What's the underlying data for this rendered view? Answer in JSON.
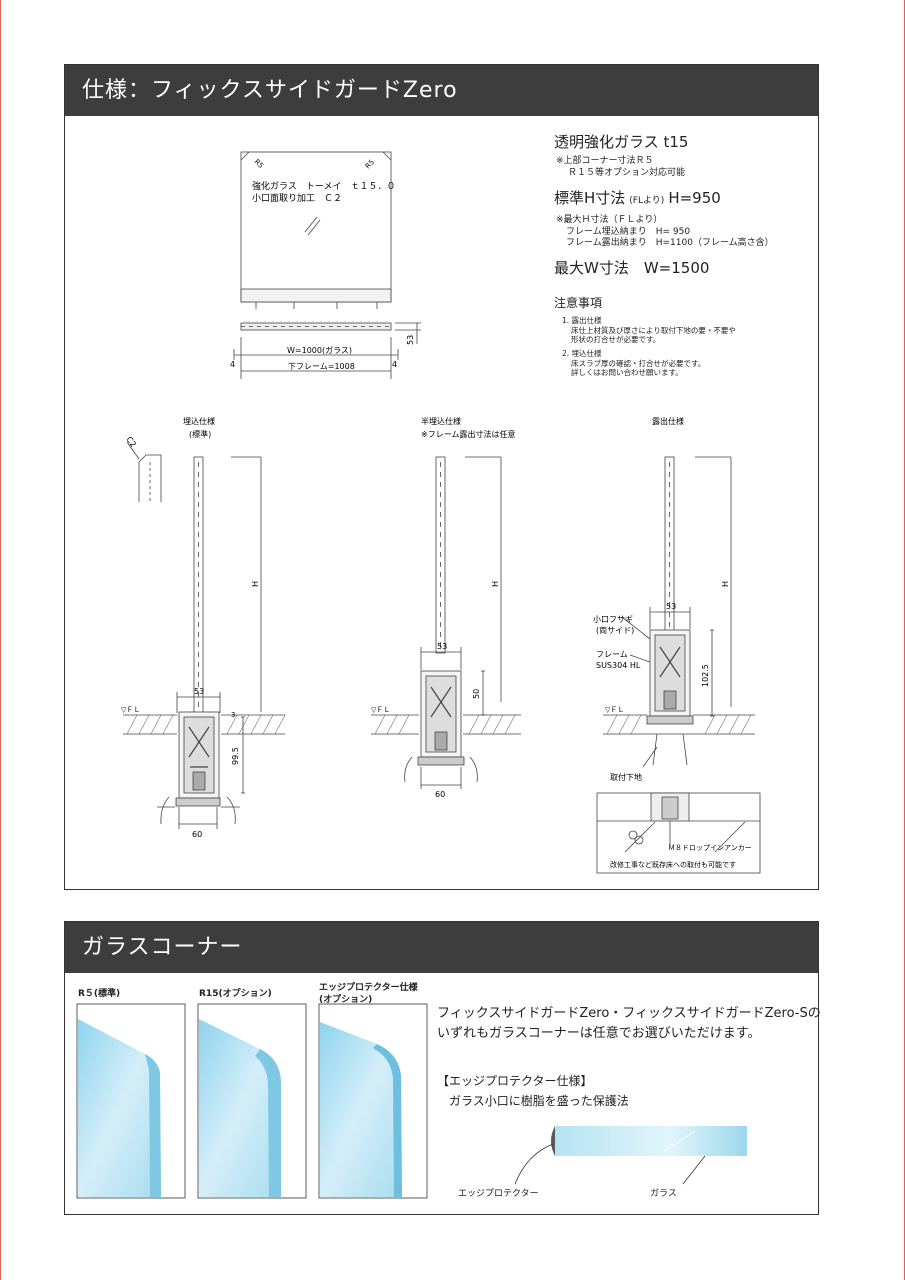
{
  "spec": {
    "title": "仕様：フィックスサイドガードZero",
    "glass_type": "透明強化ガラス t15",
    "glass_note1": "※上部コーナー寸法Ｒ５",
    "glass_note2": "Ｒ１５等オプション対応可能",
    "std_h_a": "標準H寸法",
    "std_h_b": "(FLより)",
    "std_h_c": "H=950",
    "max_h_note": "※最大Ｈ寸法（ＦＬより）",
    "max_h_embed": "フレーム埋込納まり　H=  950",
    "max_h_exposed": "フレーム露出納まり　H=1100（フレーム高さ含）",
    "max_w": "最大W寸法　W=1500",
    "caution_title": "注意事項",
    "caution1_title": "1. 露出仕様",
    "caution1_l1": "床仕上材質及び厚さにより取付下地の要・不要や",
    "caution1_l2": "形状の打合せが必要です。",
    "caution2_title": "2. 埋込仕様",
    "caution2_l1": "床スラブ厚の確認・打合せが必要です。",
    "caution2_l2": "詳しくはお問い合わせ願います。"
  },
  "elevation": {
    "r_left": "R5",
    "r_right": "R5",
    "glass_line1": "強化ガラス　トーメイ　ｔ１５．０",
    "glass_line2": "小口面取り加工　Ｃ２",
    "dim_53": "53",
    "dim_4_left": "4",
    "dim_4_right": "4",
    "dim_w": "W=1000(ガラス)",
    "dim_frame": "下フレーム=1008"
  },
  "sections": {
    "embed_title": "埋込仕様",
    "embed_sub": "(標準)",
    "c2": "C2",
    "half_title": "半埋込仕様",
    "half_sub": "※フレーム露出寸法は任意",
    "exposed_title": "露出仕様",
    "h": "H",
    "fl": "▽ＦＬ",
    "d53": "53",
    "d3": "3",
    "d99": "99.5",
    "d60": "60",
    "d50": "50",
    "d1025": "102.5",
    "cap": "小口フサギ",
    "cap_sub": "(両サイド)",
    "frame": "フレーム",
    "frame_mat": "SUS304 HL",
    "base": "取付下地",
    "anchor": "Ｍ８ドロップインアンカー",
    "renov": "改修工事など既存床への取付も可能です"
  },
  "corner": {
    "title": "ガラスコーナー",
    "c1": "R５(標準)",
    "c2": "R15(オプション)",
    "c3a": "エッジプロテクター仕様",
    "c3b": "(オプション)",
    "desc1": "フィックスサイドガードZero・フィックスサイドガードZero-Sの",
    "desc2": "いずれもガラスコーナーは任意でお選びいただけます。",
    "ep_title": "【エッジプロテクター仕様】",
    "ep_desc": "ガラス小口に樹脂を盛った保護法",
    "ep_label": "エッジプロテクター",
    "glass_label": "ガラス"
  },
  "colors": {
    "header_bg": "#3d3d3d",
    "glass": "#a8dcee",
    "edge": "#e06060"
  }
}
